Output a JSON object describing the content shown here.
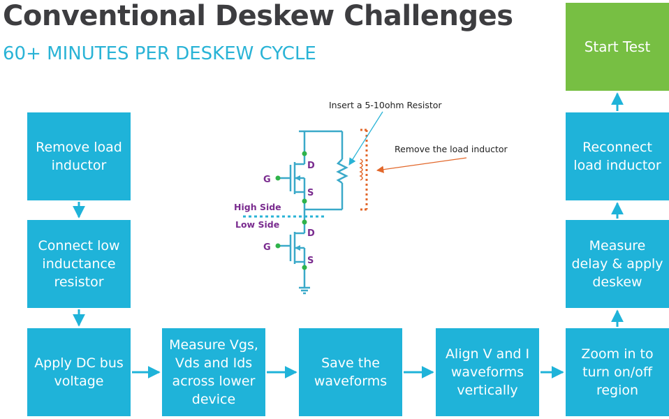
{
  "header": {
    "title": "Conventional Deskew Challenges",
    "subtitle": "60+ MINUTES PER DESKEW CYCLE"
  },
  "steps": {
    "remove_inductor": "Remove load\ninductor",
    "connect_resistor": "Connect low\ninductance\nresistor",
    "apply_dc": "Apply DC bus\nvoltage",
    "measure_v": "Measure Vgs,\nVds and Ids\nacross lower\ndevice",
    "save_waveforms": "Save the\nwaveforms",
    "align": "Align V and I\nwaveforms\nvertically",
    "zoom": "Zoom in to\nturn on/off\nregion",
    "measure_delay": "Measure\ndelay & apply\ndeskew",
    "reconnect": "Reconnect\nload inductor",
    "start_test": "Start Test"
  },
  "schematic": {
    "callout_resistor": "Insert a 5-10ohm Resistor",
    "callout_inductor": "Remove the load inductor",
    "high_side": "High Side",
    "low_side": "Low Side",
    "gate_label": "G",
    "drain_label": "D",
    "source_label": "S"
  },
  "colors": {
    "box": "#1fb3d9",
    "start_box": "#77bf43",
    "title": "#3d3d40",
    "subtitle": "#29b3d6",
    "circuit_line": "#3aa9c9",
    "node": "#2fb34a",
    "label_purple": "#7a2c8f",
    "inductor": "#e2672a"
  }
}
